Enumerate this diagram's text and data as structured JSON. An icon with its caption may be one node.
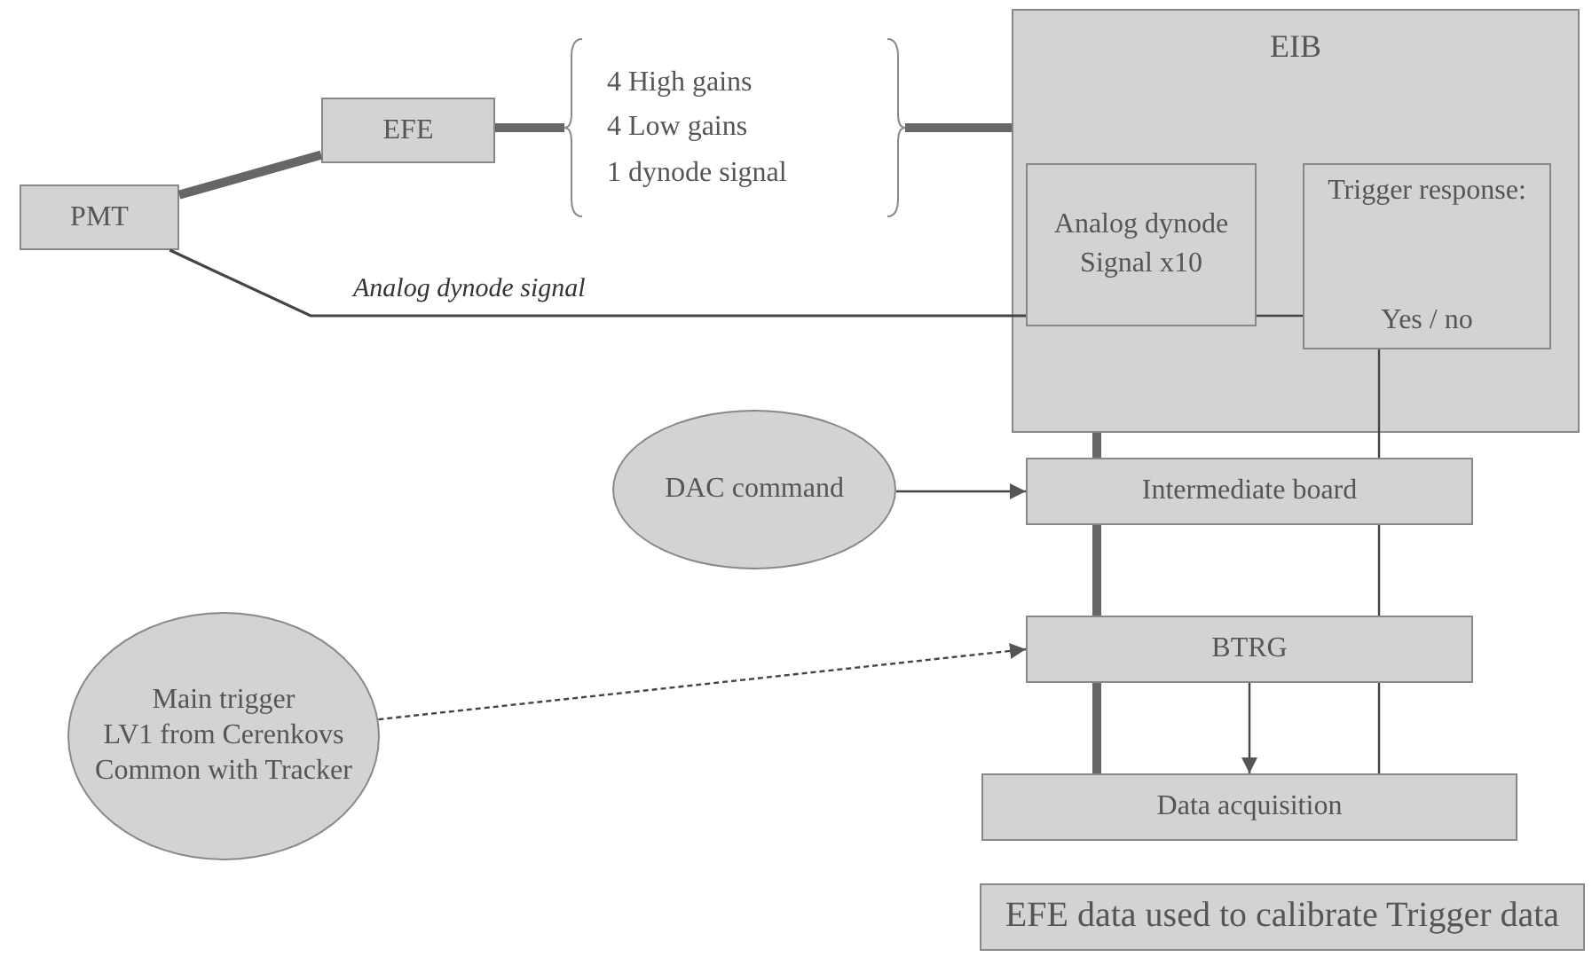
{
  "diagram": {
    "nodes": [
      {
        "text": [
          "PMT"
        ]
      },
      {
        "text": [
          "EFE"
        ]
      },
      {
        "text": [
          "4 High gains",
          "4 Low gains",
          "1 dynode signal"
        ]
      },
      {
        "text": [
          "EIB"
        ]
      },
      {
        "text": [
          "Analog dynode Signal x10"
        ],
        "in": 3
      },
      {
        "text": [
          "Trigger response:",
          "Yes / no"
        ],
        "in": 3
      },
      {
        "text": [
          "DAC command"
        ]
      },
      {
        "text": [
          "Intermediate board"
        ]
      },
      {
        "text": [
          "Main trigger",
          "LV1 from Cerenkovs",
          "Common with Tracker"
        ]
      },
      {
        "text": [
          "BTRG"
        ]
      },
      {
        "text": [
          "Data acquisition"
        ]
      },
      {
        "text": [
          "EFE data used to calibrate Trigger data"
        ]
      }
    ],
    "edges": [
      {
        "from": 0,
        "to": 1,
        "arrow": "none",
        "style": "thick"
      },
      {
        "from": 1,
        "to": 2,
        "arrow": "none",
        "style": "thick"
      },
      {
        "from": 2,
        "to": 3,
        "arrow": "none",
        "style": "thick"
      },
      {
        "from": 0,
        "to": 4,
        "arrow": "none",
        "label": "Analog dynode signal"
      },
      {
        "from": 4,
        "to": 5,
        "arrow": "none"
      },
      {
        "from": 6,
        "to": 7,
        "arrow": "to"
      },
      {
        "from": 8,
        "to": 9,
        "arrow": "to",
        "style": "dashed"
      },
      {
        "from": 3,
        "to": 7,
        "arrow": "none",
        "style": "thick"
      },
      {
        "from": 7,
        "to": 9,
        "arrow": "none",
        "style": "thick"
      },
      {
        "from": 9,
        "to": 10,
        "arrow": "none",
        "style": "thick"
      },
      {
        "from": 5,
        "to": 7,
        "arrow": "none"
      },
      {
        "from": 7,
        "to": 9,
        "arrow": "none"
      },
      {
        "from": 9,
        "to": 10,
        "arrow": "none"
      },
      {
        "from": 9,
        "to": 10,
        "arrow": "to"
      }
    ]
  }
}
